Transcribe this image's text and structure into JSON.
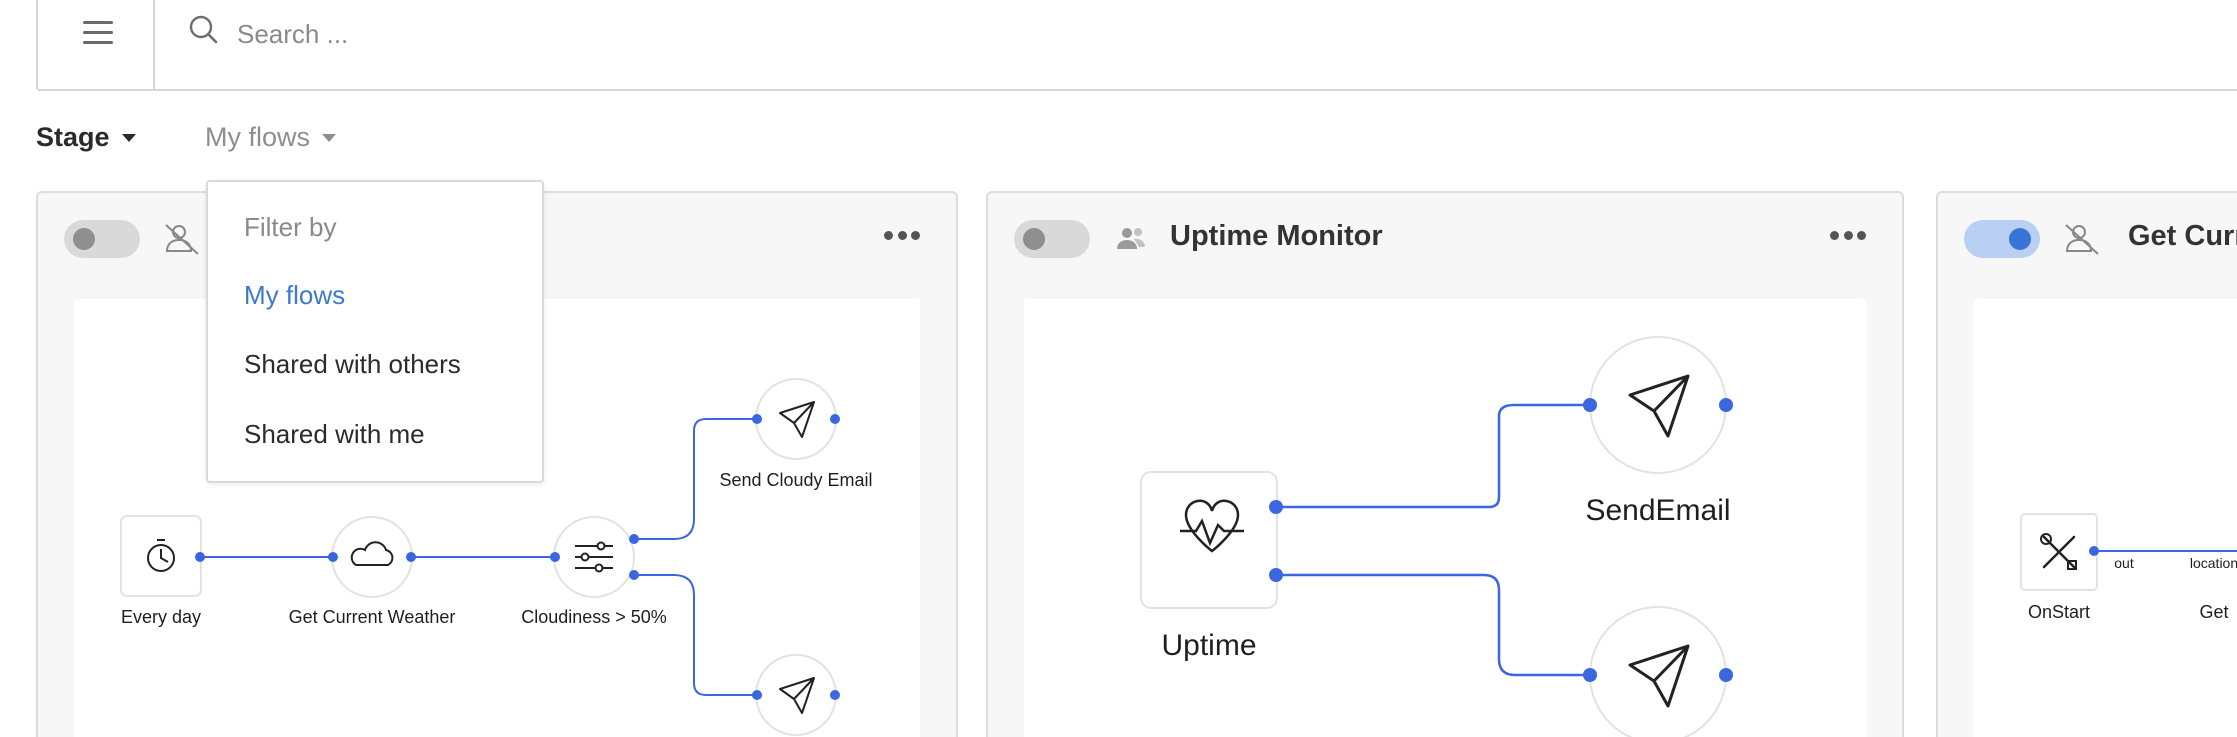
{
  "search": {
    "placeholder": "Search ..."
  },
  "filters": {
    "stage_label": "Stage",
    "flows_label": "My flows"
  },
  "dropdown": {
    "heading": "Filter by",
    "options": [
      "My flows",
      "Shared with others",
      "Shared with me"
    ],
    "selected": "My flows"
  },
  "cards": [
    {
      "title": "",
      "enabled": false,
      "shared": false,
      "nodes": [
        "Every day",
        "Get Current Weather",
        "Cloudiness > 50%",
        "Send Cloudy Email"
      ]
    },
    {
      "title": "Uptime Monitor",
      "enabled": false,
      "shared": true,
      "nodes": [
        "Uptime",
        "SendEmail"
      ]
    },
    {
      "title": "Get Curr",
      "enabled": true,
      "shared": false,
      "nodes": [
        "OnStart",
        "Get"
      ],
      "port_labels": [
        "out",
        "location"
      ]
    }
  ],
  "colors": {
    "accent": "#3b66e0",
    "dropdown_active": "#3e78cc",
    "toggle_on": "#3b74d8"
  }
}
